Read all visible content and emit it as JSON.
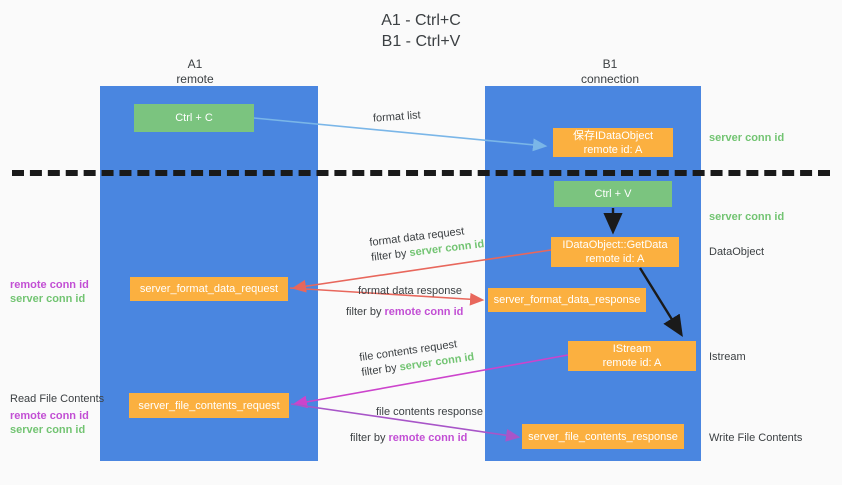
{
  "title": {
    "line1": "A1 - Ctrl+C",
    "line2": "B1 - Ctrl+V"
  },
  "columns": [
    {
      "name": "A1",
      "role": "remote"
    },
    {
      "name": "B1",
      "role": "connection"
    }
  ],
  "colors": {
    "lane": "#4a86e0",
    "green_box": "#7bc47f",
    "orange_box": "#fbb040",
    "server_conn": "#72c472",
    "remote_conn": "#c24fd4",
    "text": "#3c4043",
    "arrow_blue": "#7ab6e8",
    "arrow_red": "#e8675c",
    "arrow_magenta": "#cc44cc",
    "arrow_purple": "#a855c8",
    "arrow_black": "#1a1a1a",
    "dashed_line": "#1a1a1a"
  },
  "boxes": {
    "ctrl_c": {
      "line1": "Ctrl + C"
    },
    "ctrl_v": {
      "line1": "Ctrl + V"
    },
    "idataobject_save": {
      "line1": "保存IDataObject",
      "line2": "remote id: A"
    },
    "getdata": {
      "line1": "IDataObject::GetData",
      "line2": "remote id: A"
    },
    "istream": {
      "line1": "IStream",
      "line2": "remote id: A"
    },
    "server_format_data_request": {
      "line1": "server_format_data_request"
    },
    "server_format_data_response": {
      "line1": "server_format_data_response"
    },
    "server_file_contents_request": {
      "line1": "server_file_contents_request"
    },
    "server_file_contents_response": {
      "line1": "server_file_contents_response"
    }
  },
  "edge_labels": {
    "format_list": "format list",
    "format_data_request": "format data request",
    "format_data_request_filter_prefix": "filter by ",
    "format_data_request_filter_value": "server conn id",
    "format_data_response": "format data response",
    "format_data_response_filter_prefix": "filter by ",
    "format_data_response_filter_value": "remote conn id",
    "file_contents_request": "file contents request",
    "file_contents_request_filter_prefix": "filter by ",
    "file_contents_request_filter_value": "server conn id",
    "file_contents_response": "file contents response",
    "file_contents_response_filter_prefix": "filter by ",
    "file_contents_response_filter_value": "remote conn id"
  },
  "annotations": {
    "server_conn_id": "server conn id",
    "remote_conn_id": "remote conn id",
    "dataobject": "DataObject",
    "istream": "Istream",
    "write_file_contents": "Write File Contents",
    "read_file_contents": "Read File Contents"
  }
}
